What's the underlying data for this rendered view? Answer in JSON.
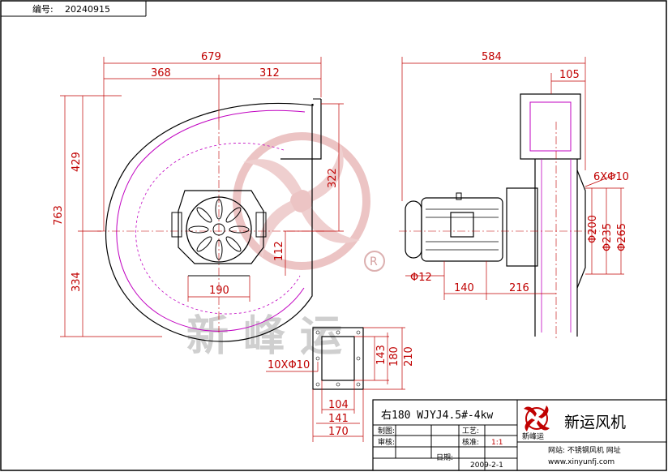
{
  "header": {
    "doc_no_label": "编号:",
    "doc_no": "20240915"
  },
  "front_view": {
    "dims": {
      "overall_width": "679",
      "left_width": "368",
      "right_width": "312",
      "overall_height": "763",
      "top_height": "429",
      "bottom_height": "334",
      "outlet_offset": "322",
      "base_height": "112",
      "base_width": "190"
    }
  },
  "side_view": {
    "dims": {
      "overall_depth": "584",
      "flange_depth": "105",
      "bolt_spec": "6XΦ10",
      "d200": "Φ200",
      "d235": "Φ235",
      "d265": "Φ265",
      "shaft_dia": "Φ12",
      "motor_dim1": "140",
      "motor_dim2": "216"
    }
  },
  "outlet_flange": {
    "dims": {
      "bolt_spec": "10XΦ10",
      "h143": "143",
      "h180": "180",
      "h210": "210",
      "w104": "104",
      "w141": "141",
      "w170": "170"
    }
  },
  "watermark": {
    "text": "新峰运"
  },
  "title_block": {
    "model": "右180 WJYJ4.5#-4kw",
    "company": "新运风机",
    "logo_caption": "新峰运",
    "rows": [
      {
        "label": "制图:",
        "mid_label": "工艺:",
        "mid_value": ""
      },
      {
        "label": "审核:",
        "mid_label": "核准:",
        "mid_value": "1:1"
      },
      {
        "label": "",
        "mid_label": "日期:",
        "mid_value": "2009-2-1"
      }
    ],
    "website_label": "网站: 不锈钢风机 网址",
    "website_url": "www.xinyunfj.com"
  },
  "colors": {
    "dimension": "#c00000",
    "hidden": "#c000c0",
    "outline": "#000000",
    "watermark": "#e8b8b8"
  }
}
